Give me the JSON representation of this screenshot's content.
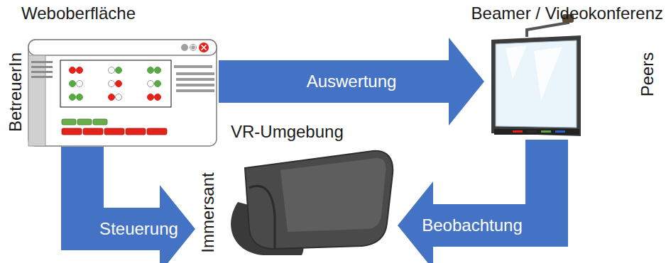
{
  "diagram": {
    "nodes": [
      {
        "text": [
          "Weboberfläche",
          "BetreuerIn"
        ]
      },
      {
        "text": [
          "Beamer / Videokonferenz",
          "Peers"
        ]
      },
      {
        "text": [
          "VR-Umgebung",
          "Immersant"
        ]
      }
    ],
    "edges": [
      {
        "from": 0,
        "to": 1,
        "label": "Auswertung",
        "arrow": "to"
      },
      {
        "from": 0,
        "to": 2,
        "label": "Steuerung",
        "arrow": "to"
      },
      {
        "from": 1,
        "to": 2,
        "label": "Beobachtung",
        "arrow": "to"
      }
    ]
  }
}
